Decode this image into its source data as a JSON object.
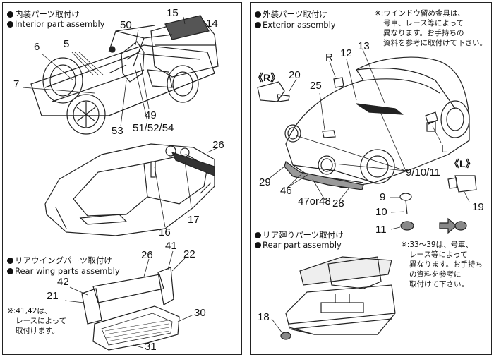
{
  "left_panel": {
    "interior_jp": "内装パーツ取付け",
    "interior_en": "Interior part assembly",
    "rear_wing_jp": "リアウイングパーツ取付け",
    "rear_wing_en": "Rear wing parts assembly",
    "note": [
      "※:41,42は、",
      "レースによって",
      "取付けます。"
    ],
    "callouts": {
      "n15": "15",
      "n14": "14",
      "n50": "50",
      "n5": "5",
      "n6": "6",
      "n7": "7",
      "n49": "49",
      "n53": "53",
      "n51": "51/52/54",
      "n26": "26",
      "n17": "17",
      "n16": "16",
      "n26b": "26",
      "n41": "41",
      "n22": "22",
      "n42": "42",
      "n21": "21",
      "n30": "30",
      "n31": "31"
    }
  },
  "right_panel": {
    "exterior_jp": "外装パーツ取付け",
    "exterior_en": "Exterior assembly",
    "rear_jp": "リア廻りパーツ取付け",
    "rear_en": "Rear part assembly",
    "note_top": [
      "※:ウインドウ留め金具は、",
      "号車、レース等によって",
      "異なります。お手持ちの",
      "資料を参考に取付けて下さい。"
    ],
    "note_bottom": [
      "※:33～39は、号車、",
      "レース等によって",
      "異なります。お手持ち",
      "の資料を参考に",
      "取付けて下さい。"
    ],
    "label_R": "《R》",
    "label_L": "《L》",
    "callouts": {
      "n20": "20",
      "nR": "R",
      "n12": "12",
      "n13": "13",
      "n25": "25",
      "nL": "L",
      "n9_10_11": "9/10/11",
      "n29": "29",
      "n46": "46",
      "n47or48": "47or48",
      "n28": "28",
      "n19": "19",
      "n9": "9",
      "n10": "10",
      "n11": "11",
      "n18": "18"
    }
  }
}
